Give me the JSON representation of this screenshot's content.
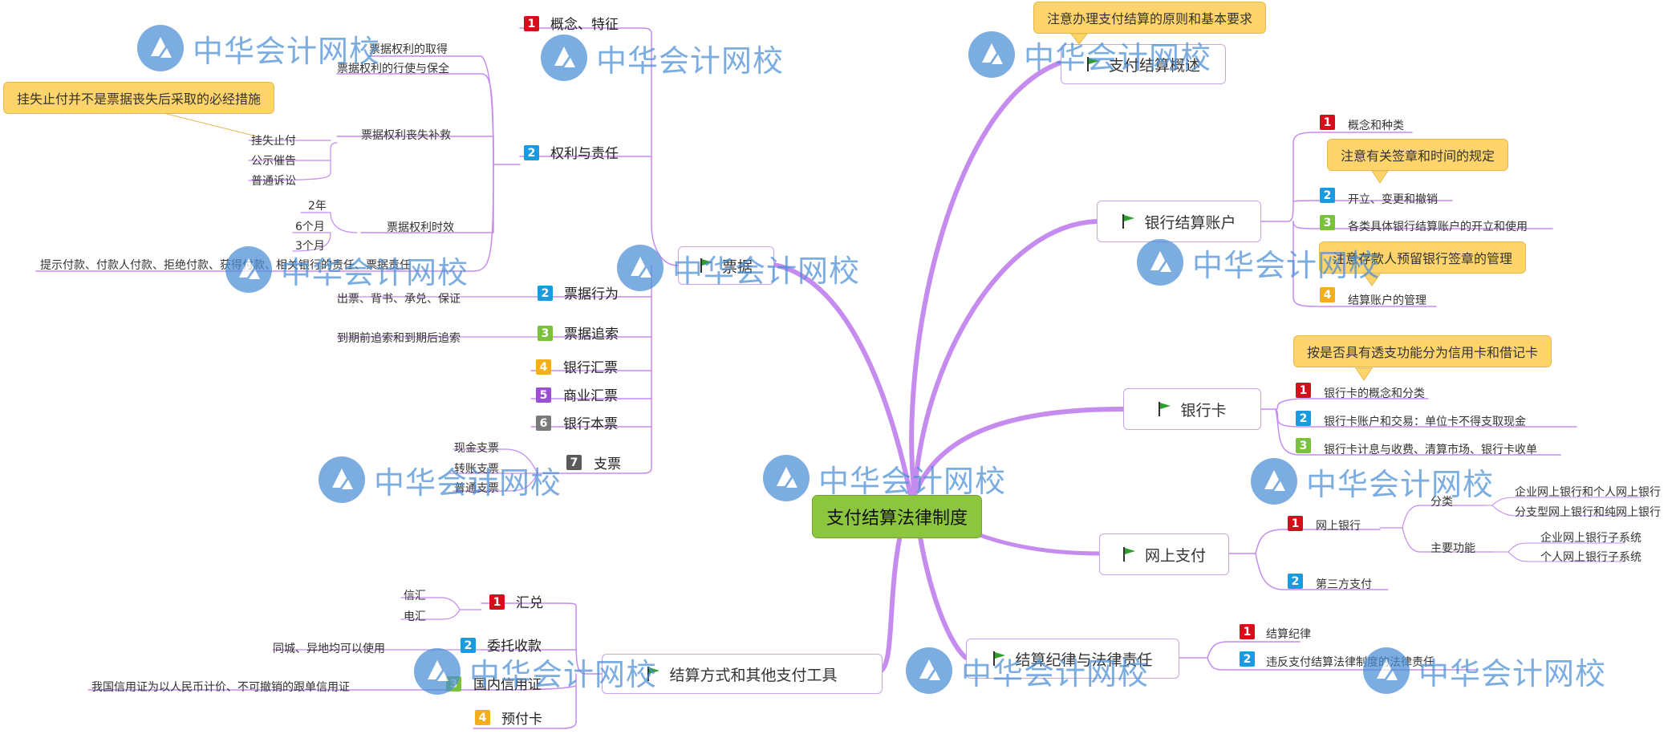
{
  "root": "支付结算法律制度",
  "watermark": "中华会计网校",
  "watermark_icon": "school-logo-icon",
  "colors": {
    "root_fill": "#8cc63f",
    "branch_line": "#c58bef",
    "note_fill": "#ffd56b",
    "watermark": "#4a8ed6"
  },
  "branches": {
    "overview": {
      "label": "支付结算概述",
      "note": "注意办理支付结算的原则和基本要求"
    },
    "account": {
      "label": "银行结算账户",
      "items": [
        "概念和种类",
        "开立、变更和撤销",
        "各类具体银行结算账户的开立和使用",
        "结算账户的管理"
      ],
      "notes": [
        "注意有关签章和时间的规定",
        "注意存款人预留银行签章的管理"
      ]
    },
    "card": {
      "label": "银行卡",
      "note": "按是否具有透支功能分为信用卡和借记卡",
      "items": [
        "银行卡的概念和分类",
        "银行卡账户和交易：单位卡不得支取现金",
        "银行卡计息与收费、清算市场、银行卡收单"
      ]
    },
    "online": {
      "label": "网上支付",
      "items": [
        "网上银行",
        "第三方支付"
      ],
      "sub": {
        "classify_label": "分类",
        "classify": [
          "企业网上银行和个人网上银行",
          "分支型网上银行和纯网上银行"
        ],
        "function_label": "主要功能",
        "functions": [
          "企业网上银行子系统",
          "个人网上银行子系统"
        ]
      }
    },
    "discipline": {
      "label": "结算纪律与法律责任",
      "items": [
        "结算纪律",
        "违反支付结算法律制度的法律责任"
      ]
    },
    "methods": {
      "label": "结算方式和其他支付工具",
      "items": [
        "汇兑",
        "委托收款",
        "国内信用证",
        "预付卡"
      ],
      "remit": [
        "信汇",
        "电汇"
      ],
      "collect_note": "同城、异地均可以使用",
      "lc_note": "我国信用证为以人民币计价、不可撤销的跟单信用证"
    },
    "bill": {
      "label": "票据",
      "items": [
        "概念、特征",
        "权利与责任",
        "票据行为",
        "票据追索",
        "银行汇票",
        "商业汇票",
        "银行本票",
        "支票"
      ],
      "rights": [
        "票据权利的取得",
        "票据权利的行使与保全",
        "票据权利丧失补救",
        "票据权利时效",
        "提示付款、付款人付款、拒绝付款、获得付款、相关银行的责任、票据责任"
      ],
      "remedy": [
        "挂失止付",
        "公示催告",
        "普通诉讼"
      ],
      "remedy_note": "挂失止付并不是票据丧失后采取的必经措施",
      "limits": [
        "2年",
        "6个月",
        "3个月"
      ],
      "acts_note": "出票、背书、承兑、保证",
      "recourse_note": "到期前追索和到期后追索",
      "checks": [
        "现金支票",
        "转账支票",
        "普通支票"
      ]
    }
  }
}
